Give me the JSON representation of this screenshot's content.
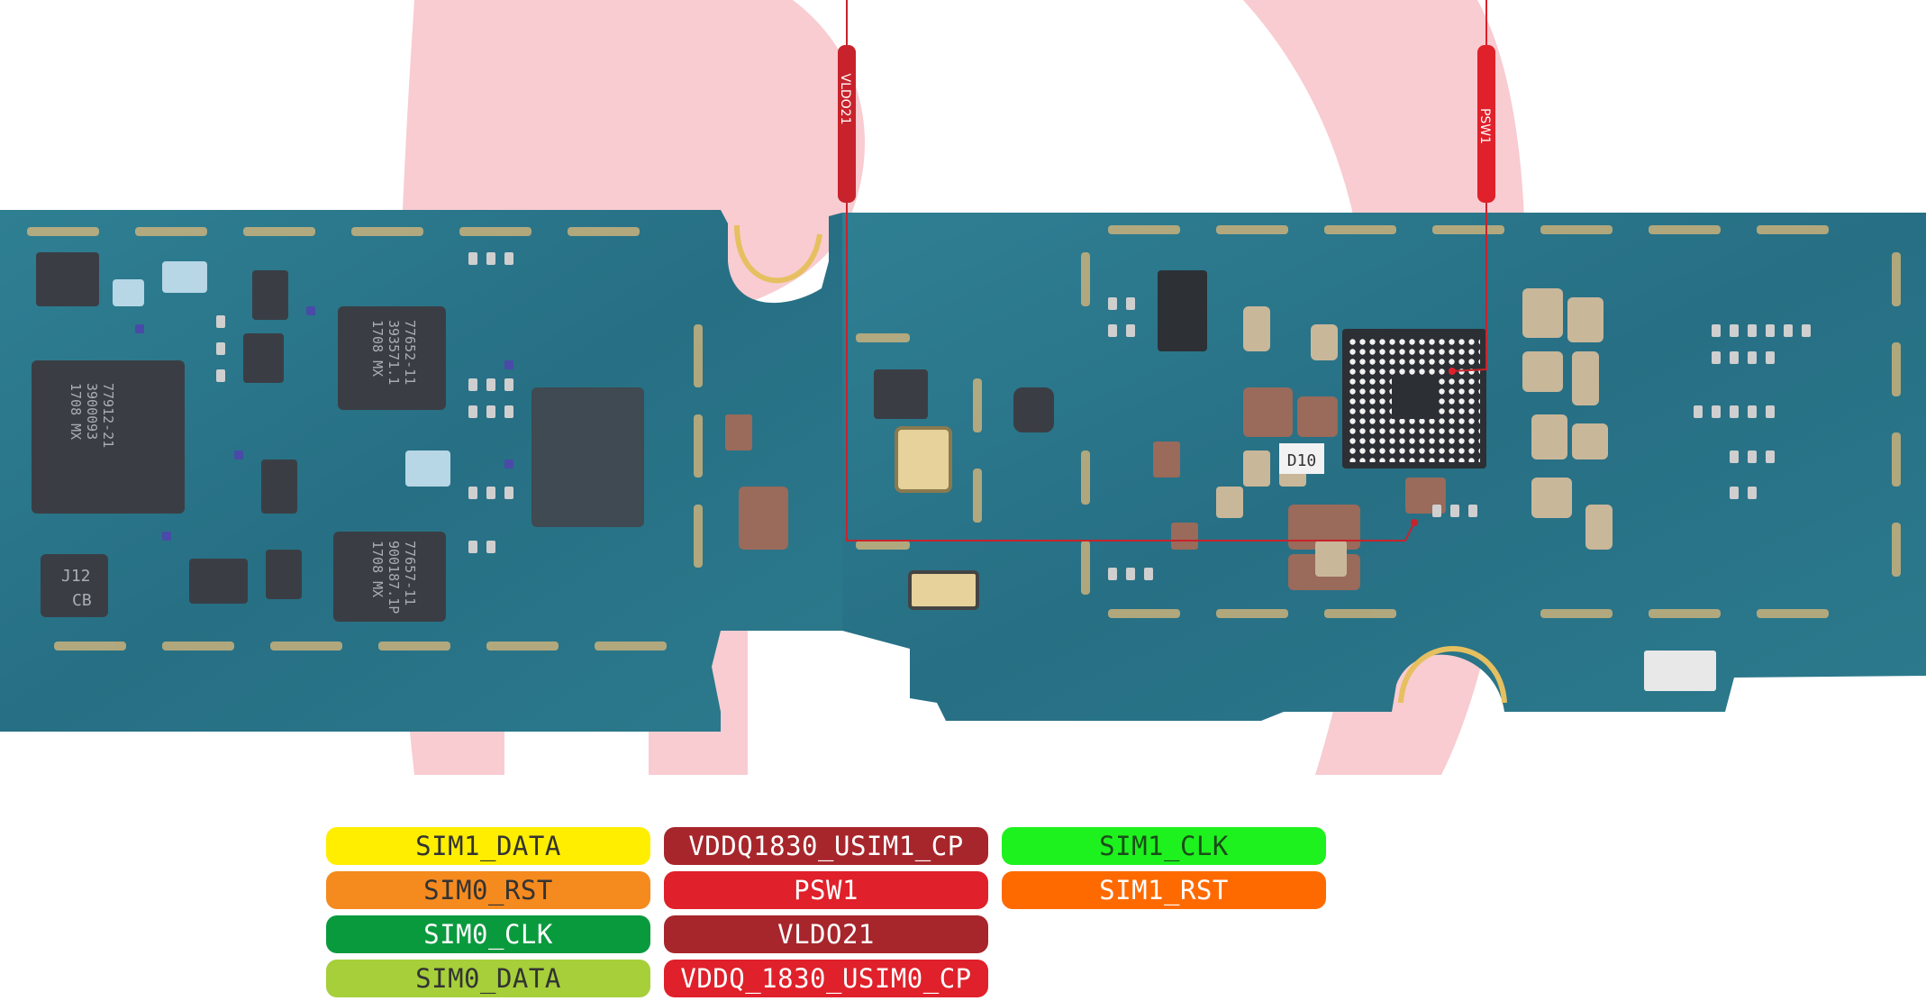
{
  "board": {
    "chip_marking": "D10",
    "ic_labels": [
      "77912-21",
      "3900093",
      "1708 MX",
      "77652-11",
      "393571.1",
      "1708 MX",
      "77657-11",
      "900187.1P",
      "1708 MX",
      "J12",
      "CB"
    ]
  },
  "probes": [
    {
      "label": "VLDO21",
      "color": "#c8232c"
    },
    {
      "label": "PSW1",
      "color": "#e0202a"
    }
  ],
  "legend": [
    {
      "label": "SIM1_DATA",
      "bg": "#ffee00",
      "fg": "#333333"
    },
    {
      "label": "VDDQ1830_USIM1_CP",
      "bg": "#a7262c",
      "fg": "#ffffff"
    },
    {
      "label": "SIM1_CLK",
      "bg": "#1ef21e",
      "fg": "#1a4d1a"
    },
    {
      "label": "SIM0_RST",
      "bg": "#f58a1f",
      "fg": "#333333"
    },
    {
      "label": "PSW1",
      "bg": "#e0202a",
      "fg": "#ffffff"
    },
    {
      "label": "SIM1_RST",
      "bg": "#ff6a00",
      "fg": "#ffffff"
    },
    {
      "label": "SIM0_CLK",
      "bg": "#0a9a3e",
      "fg": "#ffffff"
    },
    {
      "label": "VLDO21",
      "bg": "#a7262c",
      "fg": "#ffffff"
    },
    {
      "label": "SIM0_DATA",
      "bg": "#a6cf3a",
      "fg": "#333333"
    },
    {
      "label": "VDDQ_1830_USIM0_CP",
      "bg": "#e0202a",
      "fg": "#ffffff"
    }
  ]
}
